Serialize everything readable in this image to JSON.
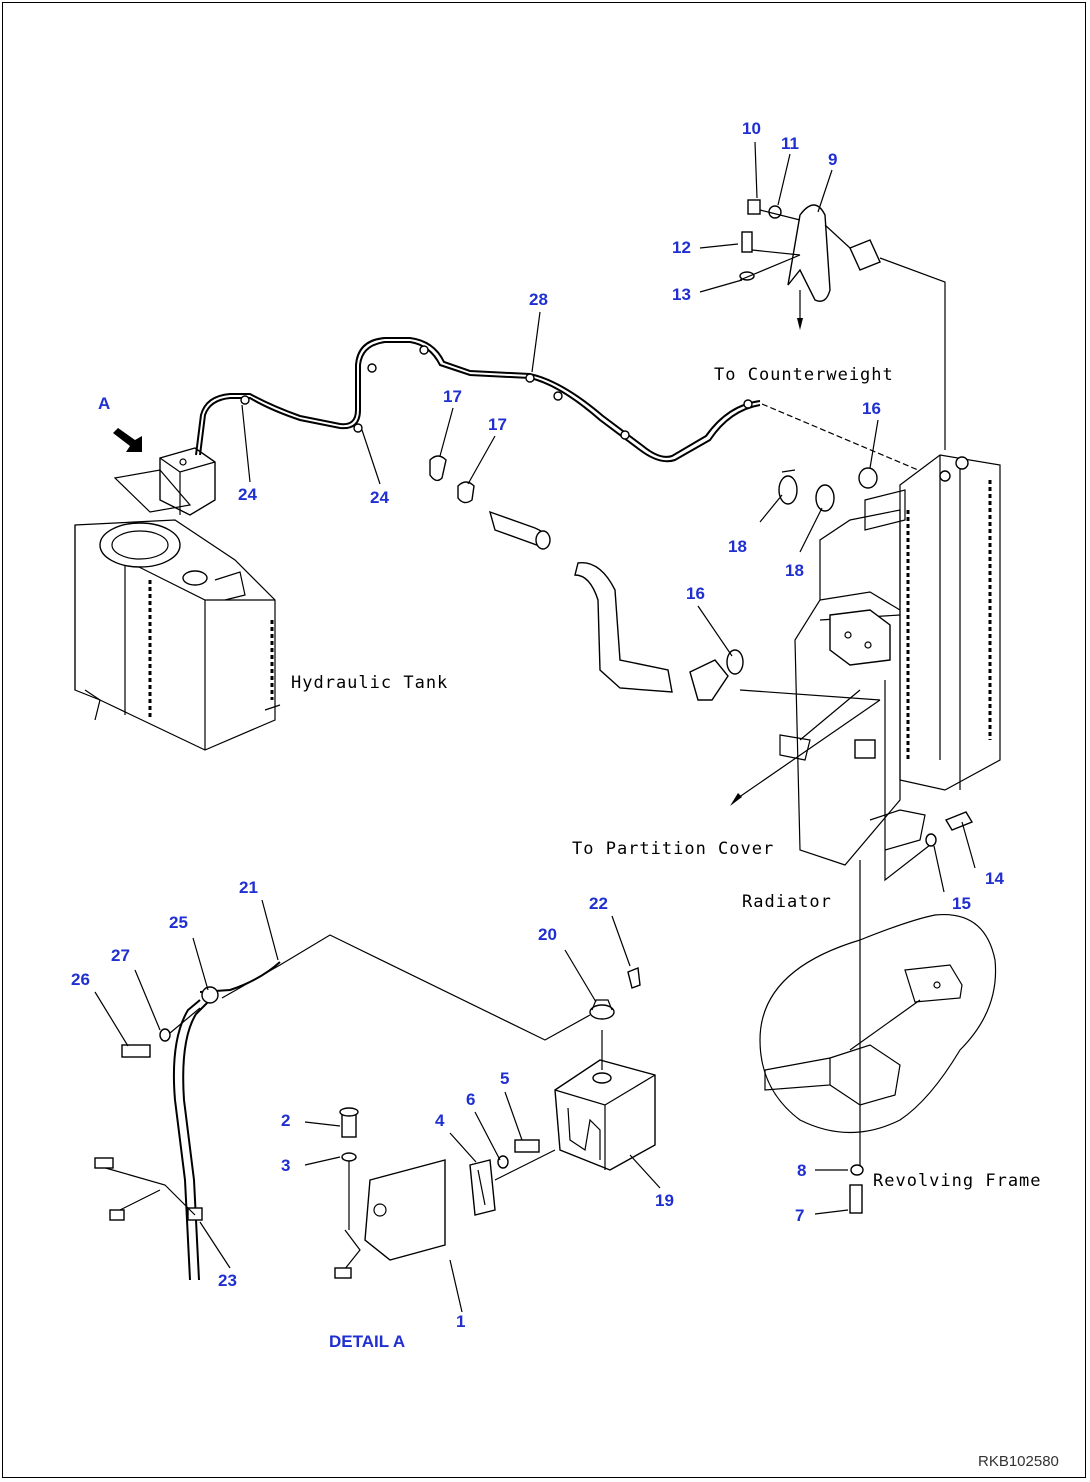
{
  "diagram": {
    "drawing_number": "RKB102580",
    "detail_label": "DETAIL A",
    "view_marker": "A",
    "notes": {
      "counterweight": "To Counterweight",
      "hydraulic_tank": "Hydraulic Tank",
      "partition_cover": "To Partition Cover",
      "radiator": "Radiator",
      "revolving_frame": "Revolving Frame"
    },
    "callouts": {
      "c1": "1",
      "c2": "2",
      "c3": "3",
      "c4": "4",
      "c5": "5",
      "c6": "6",
      "c7": "7",
      "c8": "8",
      "c9": "9",
      "c10": "10",
      "c11": "11",
      "c12": "12",
      "c13": "13",
      "c14": "14",
      "c15": "15",
      "c16a": "16",
      "c16b": "16",
      "c17a": "17",
      "c17b": "17",
      "c18a": "18",
      "c18b": "18",
      "c19": "19",
      "c20": "20",
      "c21": "21",
      "c22": "22",
      "c23": "23",
      "c24a": "24",
      "c24b": "24",
      "c25": "25",
      "c26": "26",
      "c27": "27",
      "c28": "28"
    }
  }
}
